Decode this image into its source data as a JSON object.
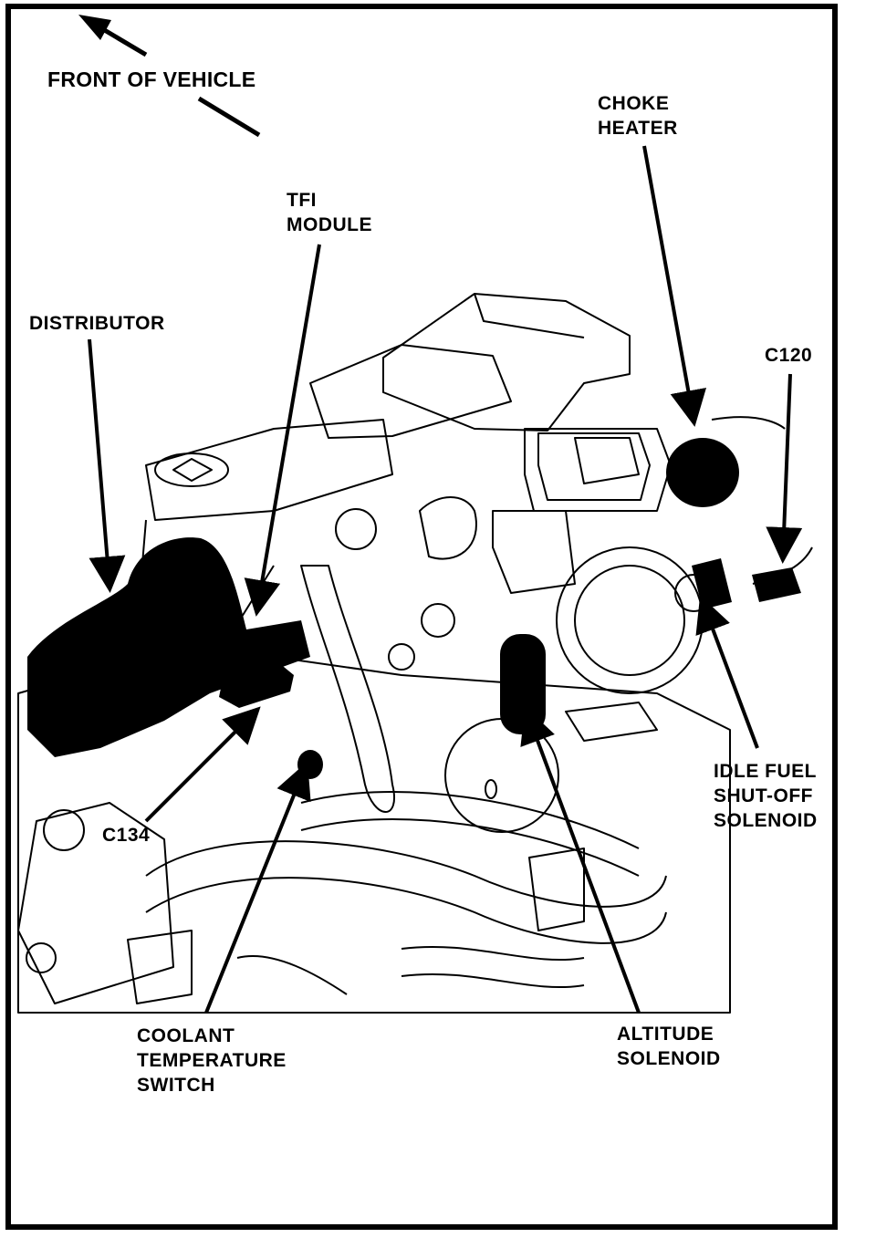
{
  "orientation": {
    "label": "FRONT OF VEHICLE"
  },
  "callouts": {
    "choke_heater": "CHOKE\nHEATER",
    "tfi_module": "TFI\nMODULE",
    "distributor": "DISTRIBUTOR",
    "c120": "C120",
    "idle_fuel": "IDLE FUEL\nSHUT-OFF\nSOLENOID",
    "c134": "C134",
    "coolant_switch": "COOLANT\nTEMPERATURE\nSWITCH",
    "altitude_solenoid": "ALTITUDE\nSOLENOID"
  },
  "colors": {
    "ink": "#000000",
    "paper": "#ffffff"
  }
}
